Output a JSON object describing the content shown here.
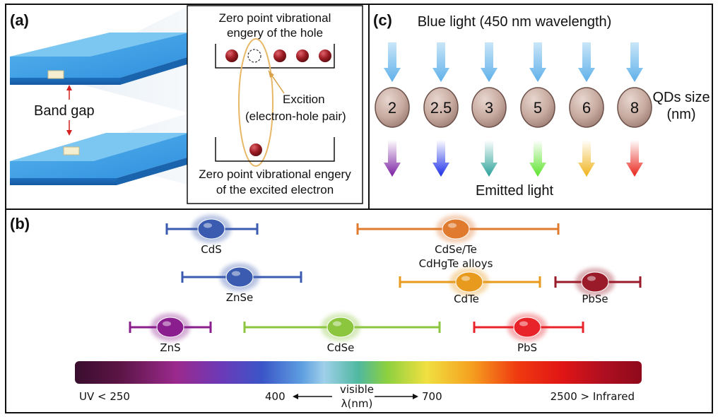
{
  "panel_a": {
    "label": "(a)",
    "band_gap": "Band gap",
    "hole_title_line1": "Zero point vibrational",
    "hole_title_line2": "engery of the hole",
    "exciton_line1": "Excition",
    "exciton_line2": "(electron-hole pair)",
    "electron_title_line1": "Zero point vibrational engery",
    "electron_title_line2": "of the excited electron"
  },
  "panel_c": {
    "label": "(c)",
    "title": "Blue light (450 nm wavelength)",
    "size_label_line1": "QDs size",
    "size_label_line2": "(nm)",
    "emitted_label": "Emitted light",
    "dots": [
      {
        "size": "2",
        "emission_color": "#7a1fa2"
      },
      {
        "size": "2.5",
        "emission_color": "#1a2be8"
      },
      {
        "size": "3",
        "emission_color": "#2aa198"
      },
      {
        "size": "5",
        "emission_color": "#5be32a"
      },
      {
        "size": "6",
        "emission_color": "#f0b21a"
      },
      {
        "size": "8",
        "emission_color": "#e8241a"
      }
    ]
  },
  "panel_b": {
    "label": "(b)",
    "materials": [
      {
        "name": "CdS",
        "color": "#3a5bb0"
      },
      {
        "name": "CdSe/Te",
        "name_line2": "CdHgTe alloys",
        "color": "#e07a2e"
      },
      {
        "name": "ZnSe",
        "color": "#3a5bb0"
      },
      {
        "name": "CdTe",
        "color": "#e89a1e"
      },
      {
        "name": "PbSe",
        "color": "#9a1a2a"
      },
      {
        "name": "ZnS",
        "color": "#8a1e8e"
      },
      {
        "name": "CdSe",
        "color": "#8cc63f"
      },
      {
        "name": "PbS",
        "color": "#e8242a"
      }
    ],
    "scale": {
      "uv": "UV < 250",
      "left": "400",
      "visible": "visible",
      "lambda": "λ(nm)",
      "right": "700",
      "ir": "2500 > Infrared"
    }
  }
}
